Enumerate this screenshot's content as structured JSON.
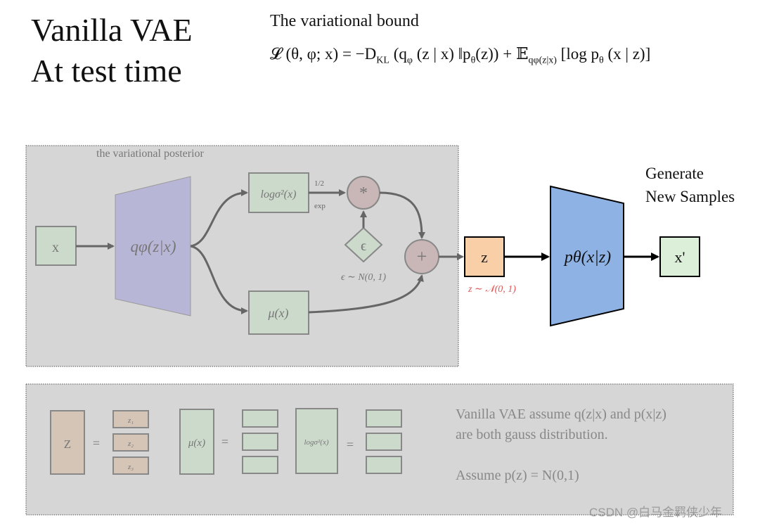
{
  "title": {
    "line1": "Vanilla VAE",
    "line2": "At test time"
  },
  "bound": {
    "label": "The variational bound",
    "formula": "𝓛 (θ, φ; x) = −D",
    "formula_kl_sub": "KL",
    "formula_mid": " (q",
    "formula_phi_sub": "φ",
    "formula_rest": " (z | x) ‖p",
    "formula_theta_sub": "θ",
    "formula_rest2": "(z)) + 𝔼",
    "formula_exp_sub": "qφ(z|x)",
    "formula_tail": " [log p",
    "formula_theta_sub2": "θ",
    "formula_end": " (x | z)]"
  },
  "encoder": {
    "panel_label": "the variational posterior",
    "input": "x",
    "encoder_label": "qφ(z|x)",
    "logvar": "logσ²(x)",
    "half": "1/2",
    "exp": "exp",
    "mul": "*",
    "eps": "ϵ",
    "eps_dist": "ϵ ∼ N(0, 1)",
    "mu": "μ(x)",
    "plus": "+"
  },
  "decoder": {
    "z": "z",
    "z_dist": "z ∼ 𝒩(0, 1)",
    "decoder_label": "pθ(x|z)",
    "output": "x'",
    "gen_line1": "Generate",
    "gen_line2": "New Samples"
  },
  "bottom": {
    "z": "Z",
    "eq": "=",
    "z1": "z₁",
    "z2": "z₂",
    "z3": "z₃",
    "mu": "μ(x)",
    "logvar": "logσ²(x)",
    "desc1": "Vanilla VAE assume q(z|x) and p(x|z)",
    "desc2": "are both gauss distribution.",
    "desc3": "Assume p(z) = N(0,1)"
  },
  "watermark": "CSDN @白马金羁侠少年",
  "colors": {
    "panel": "#d6d6d6",
    "green_box": "#ccdacb",
    "encoder_fill": "#b8b6d6",
    "circle_fill": "#c9b6b6",
    "z_fill": "#f9cfa8",
    "decoder_fill": "#8db2e3",
    "output_fill": "#dcefd8",
    "bottom_z": "#d4c5b6",
    "red": "#e05555"
  }
}
